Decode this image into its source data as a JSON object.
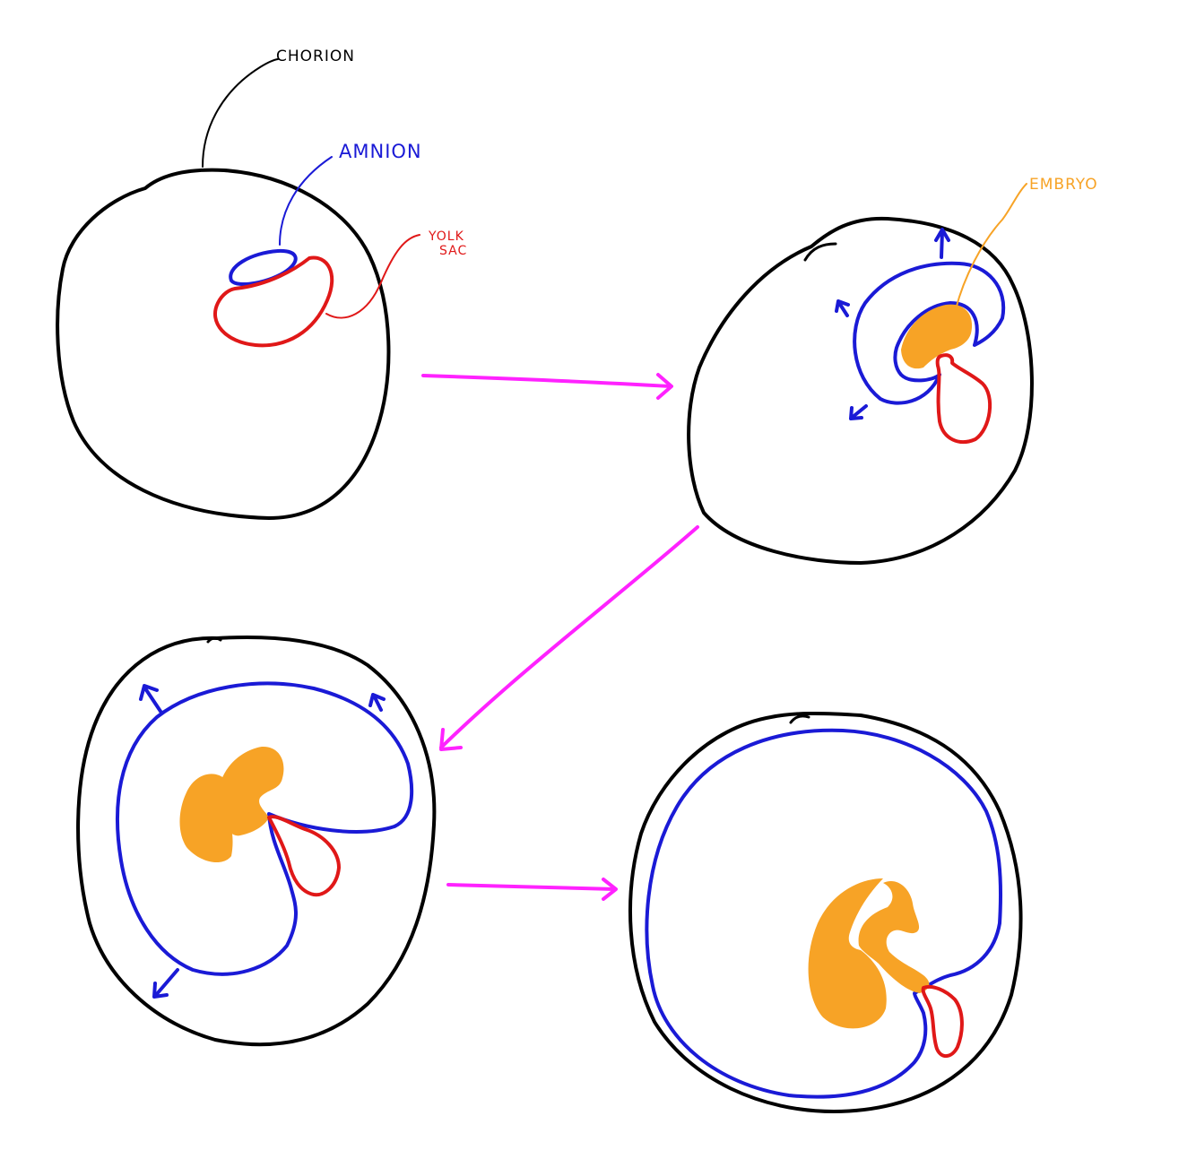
{
  "labels": {
    "chorion": "CHORION",
    "amnion": "AMNION",
    "yolk_sac_line1": "YOLK",
    "yolk_sac_line2": "SAC",
    "embryo": "EMBRYO"
  },
  "colors": {
    "chorion": "#000000",
    "amnion": "#1a1ad6",
    "yolk_sac": "#e01818",
    "embryo": "#f7a326",
    "arrow": "#ff22ff",
    "background": "#ffffff"
  },
  "stages": [
    {
      "stage": 1,
      "parts": [
        "chorion",
        "amnion",
        "yolk sac"
      ]
    },
    {
      "stage": 2,
      "parts": [
        "chorion",
        "amnion",
        "yolk sac",
        "embryo"
      ]
    },
    {
      "stage": 3,
      "parts": [
        "chorion",
        "amnion",
        "yolk sac",
        "embryo"
      ]
    },
    {
      "stage": 4,
      "parts": [
        "chorion",
        "amnion",
        "yolk sac",
        "embryo"
      ]
    }
  ],
  "transitions": [
    {
      "from": 1,
      "to": 2
    },
    {
      "from": 2,
      "to": 3
    },
    {
      "from": 3,
      "to": 4
    }
  ]
}
